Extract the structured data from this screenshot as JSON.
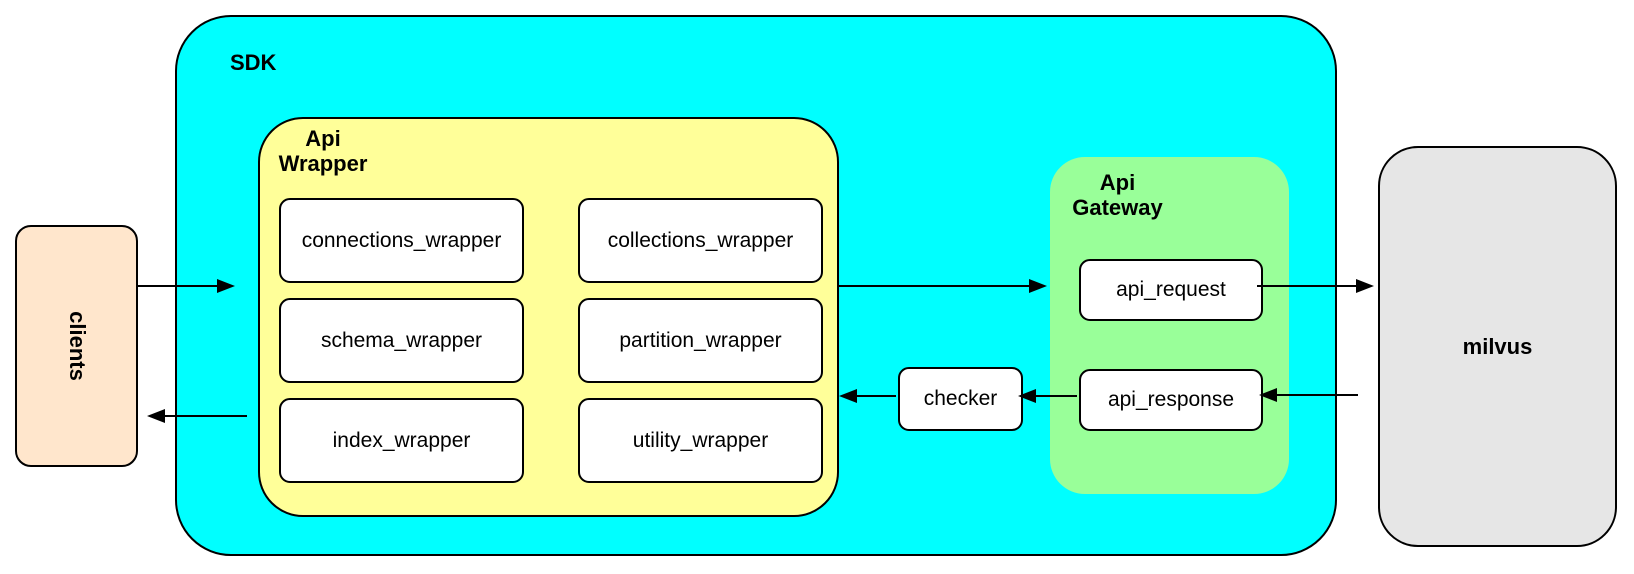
{
  "diagram": {
    "clients": {
      "label": "clients"
    },
    "sdk": {
      "label": "SDK",
      "api_wrapper": {
        "label": "Api\nWrapper",
        "boxes": [
          {
            "label": "connections_wrapper"
          },
          {
            "label": "collections_wrapper"
          },
          {
            "label": "schema_wrapper"
          },
          {
            "label": "partition_wrapper"
          },
          {
            "label": "index_wrapper"
          },
          {
            "label": "utility_wrapper"
          }
        ]
      },
      "checker": {
        "label": "checker"
      },
      "api_gateway": {
        "label": "Api\nGateway",
        "api_request": {
          "label": "api_request"
        },
        "api_response": {
          "label": "api_response"
        }
      }
    },
    "milvus": {
      "label": "milvus"
    },
    "arrows": [
      {
        "name": "clients-to-sdk"
      },
      {
        "name": "api-wrapper-to-api-gateway"
      },
      {
        "name": "api-request-to-milvus"
      },
      {
        "name": "milvus-to-api-response"
      },
      {
        "name": "api-response-to-checker"
      },
      {
        "name": "checker-to-api-wrapper"
      },
      {
        "name": "sdk-to-clients"
      }
    ],
    "colors": {
      "sdk_fill": "#00ffff",
      "api_wrapper_fill": "#ffff99",
      "api_gateway_fill": "#99ff99",
      "clients_fill": "#ffe6cc",
      "milvus_fill": "#e6e6e6",
      "leaf_fill": "#ffffff",
      "border": "#000000",
      "arrow": "#000000"
    }
  }
}
